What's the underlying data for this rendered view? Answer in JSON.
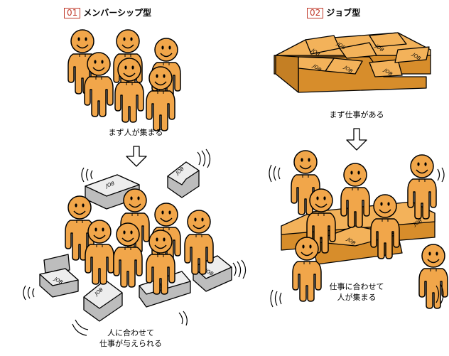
{
  "left_panel": {
    "number": "01",
    "title": "メンバーシップ型",
    "step1": "まず人が集まる",
    "step2_line1": "人に合わせて",
    "step2_line2": "仕事が与えられる"
  },
  "right_panel": {
    "number": "02",
    "title": "ジョブ型",
    "step1": "まず仕事がある",
    "step2_line1": "仕事に合わせて",
    "step2_line2": "人が集まる"
  },
  "block_label": "JOB",
  "colors": {
    "accent": "#c03a2b",
    "person_fill": "#f1a64a",
    "job_top": "#f3b25a",
    "job_side": "#d78d2b",
    "grey_top": "#ededed",
    "grey_side": "#bdbdbd"
  }
}
